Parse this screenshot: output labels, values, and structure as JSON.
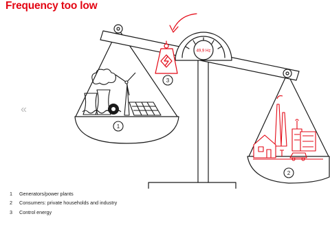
{
  "header": {
    "title": "Frequency too low"
  },
  "nav": {
    "prev_icon": "double-chevron-left-icon",
    "prev_glyph": "«"
  },
  "diagram": {
    "frequency_reading": "49,9 Hz",
    "markers": [
      "1",
      "2",
      "3"
    ]
  },
  "legend": [
    {
      "number": "1",
      "text": "Generators/power plants"
    },
    {
      "number": "2",
      "text": "Consumers: private households and industry"
    },
    {
      "number": "3",
      "text": "Control energy"
    }
  ],
  "colors": {
    "accent": "#e30613",
    "ink": "#1a1a1a",
    "muted": "#b9b9b9"
  }
}
